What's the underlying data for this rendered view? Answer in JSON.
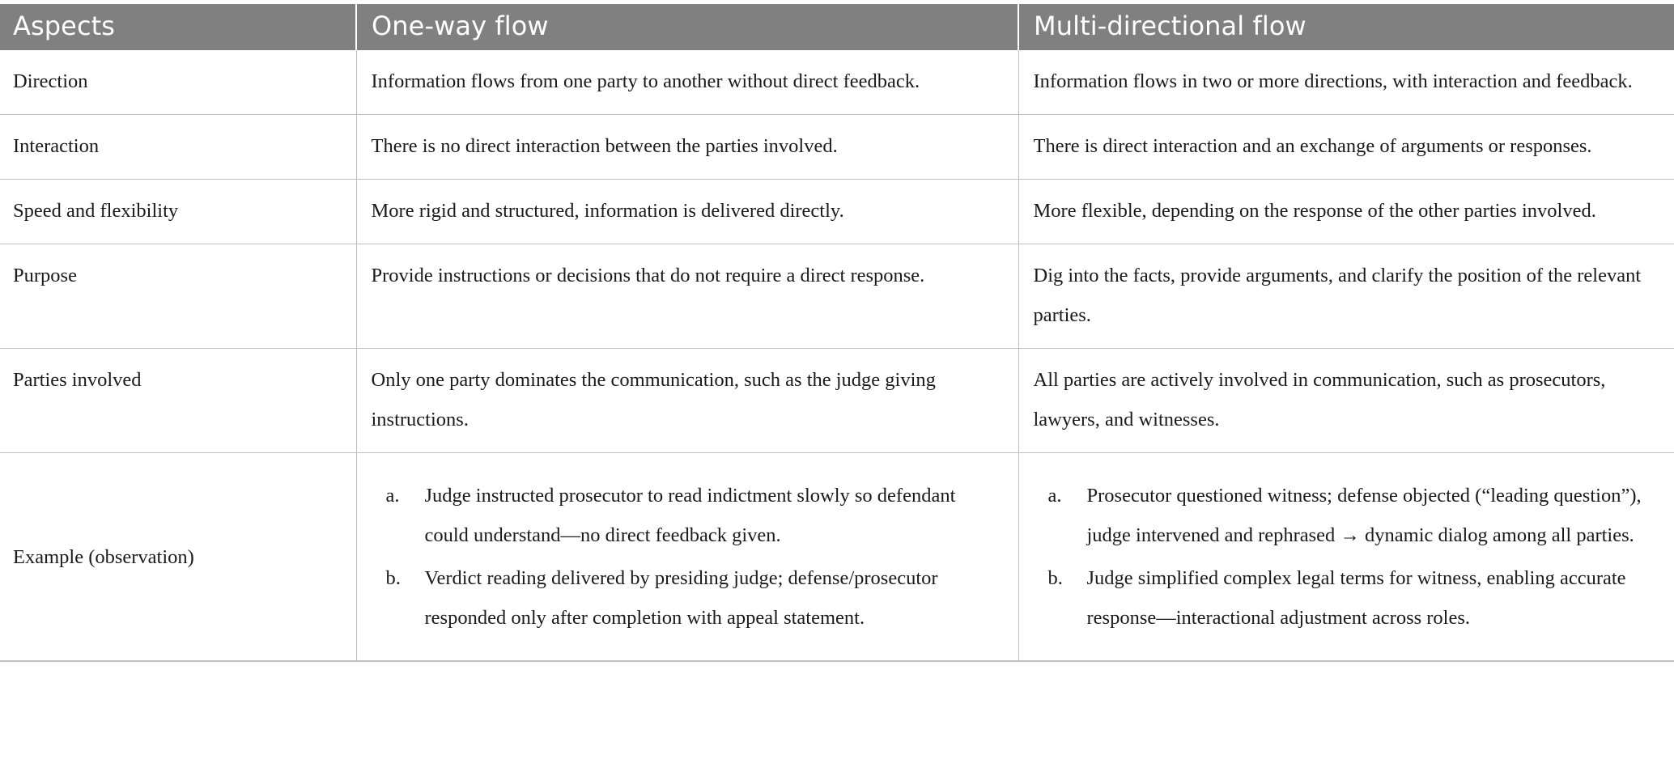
{
  "table": {
    "headers": {
      "aspects": "Aspects",
      "one_way": "One-way flow",
      "multi": "Multi-directional flow"
    },
    "colors": {
      "header_background": "#808080",
      "header_text": "#ffffff",
      "border": "#bfbfbf",
      "body_text": "#1a1a1a",
      "page_background": "#ffffff"
    },
    "rows": [
      {
        "aspect": "Direction",
        "one_way": "Information flows from one party to another without direct feedback.",
        "multi": "Information flows in two or more directions, with interaction and feedback."
      },
      {
        "aspect": "Interaction",
        "one_way": "There is no direct interaction between the parties involved.",
        "multi": "There is direct interaction and an exchange of arguments or responses."
      },
      {
        "aspect": "Speed and flexibility",
        "one_way": "More rigid and structured, information is delivered directly.",
        "multi": "More flexible, depending on the response of the other parties involved."
      },
      {
        "aspect": "Purpose",
        "one_way": "Provide instructions or decisions that do not require a direct response.",
        "multi": "Dig into the facts, provide arguments, and clarify the position of the relevant parties."
      },
      {
        "aspect": "Parties involved",
        "one_way": "Only one party dominates the communication, such as the judge giving instructions.",
        "multi": "All parties are actively involved in communication, such as prosecutors, lawyers, and witnesses."
      }
    ],
    "example_row": {
      "aspect": "Example (observation)",
      "one_way_items": [
        "Judge instructed prosecutor to read indictment slowly so defendant could understand—no direct feedback given.",
        "Verdict reading delivered by presiding judge; defense/prosecutor responded only after completion with appeal statement."
      ],
      "multi_items": [
        "Prosecutor questioned witness; defense objected (“leading question”), judge intervened and rephrased → dynamic dialog among all parties.",
        "Judge simplified complex legal terms for witness, enabling accurate response—interactional adjustment across roles."
      ]
    }
  }
}
